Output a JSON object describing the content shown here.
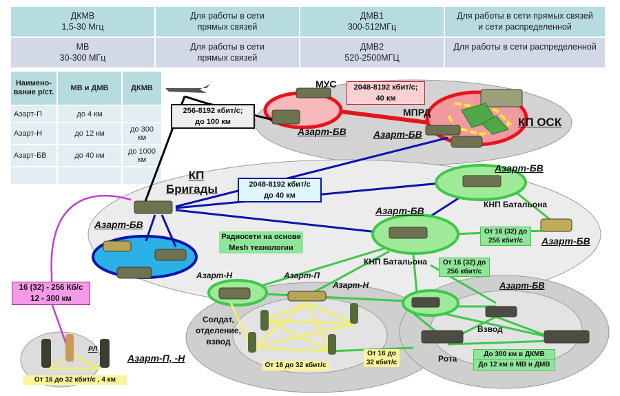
{
  "freq_table": {
    "rows": [
      [
        {
          "band": "ДКМВ",
          "range": "1,5-30 Мгц"
        },
        {
          "purpose": "Для работы в сети прямых связей"
        },
        {
          "band": "ДМВ1",
          "range": "300-512МГц"
        },
        {
          "purpose": "Для работы  в сети прямых связей и сети распределенной"
        }
      ],
      [
        {
          "band": "МВ",
          "range": "30-300 МГц"
        },
        {
          "purpose": "Для работы в сети прямых связей"
        },
        {
          "band": "ДМВ2",
          "range": "520-2500МГЦ"
        },
        {
          "purpose": "Для работы в сети распределенной"
        }
      ]
    ]
  },
  "range_table": {
    "headers": [
      "Наимено-вание р/ст.",
      "МВ и ДМВ",
      "ДКМВ"
    ],
    "rows": [
      [
        "Азарт-П",
        "до 4 км",
        ""
      ],
      [
        "Азарт-Н",
        "до 12 км",
        "до 300 км"
      ],
      [
        "Азарт-БВ",
        "до 40 км",
        "до 1000 км"
      ]
    ]
  },
  "labels": {
    "mus": "МУС",
    "mprd": "МПРД",
    "kp_osk": "КП ОСК",
    "kp_brigady_1": "КП",
    "kp_brigady_2": "Бригады",
    "azart_bv": "Азарт-БВ",
    "azart_n": "Азарт-Н",
    "azart_p": "Азарт-П",
    "azart_pn": "Азарт-П, -Н",
    "knp_batalona": "КНП Батальона",
    "soldier_1": "Солдат,",
    "soldier_2": "отделение,",
    "soldier_3": "взвод",
    "vzvod": "Взвод",
    "rota": "Рота",
    "rl": "РЛ"
  },
  "boxes": {
    "uav_link": [
      "256-8192 кбит/с;",
      "до 100 км"
    ],
    "osk_link": [
      "2048-8192 кбит/с;",
      "40 км"
    ],
    "brig_link": [
      "2048-8192 кбит/с",
      "до 40 км"
    ],
    "mesh": [
      "Радиосети на основе",
      "Mesh технологии"
    ],
    "knp_link_1": [
      "От 16 (32) до",
      "256 кбит/с"
    ],
    "knp_link_2": [
      "От 16 (32) до",
      "256 кбит/с"
    ],
    "hf_link": [
      "16 (32) - 256 Кб/с",
      "12 - 300 км"
    ],
    "squad_small": "От 16 до 32 кбит/с , 4 км",
    "squad_mesh": "От 16 до 32 кбит/с",
    "squad_link": [
      "От 16 до",
      "32 кбит/с"
    ],
    "tank_range_1": "До 300 км в ДКМВ",
    "tank_range_2": "До 12 км в МВ и ДМВ"
  },
  "colors": {
    "red_link": "#e8141c",
    "blue_link": "#0a14a8",
    "green_link": "#3ec74a",
    "magenta_link": "#c33cd6",
    "yellow_link": "#f2ee6a",
    "zone_gray": "#d9d9d9",
    "zone_light": "#ececec",
    "box_pink": "#fbd0d4",
    "box_magenta": "#f59ae8",
    "box_green": "#7fe08a",
    "box_yellow": "#fbf59a",
    "box_blue": "#dff4fb"
  }
}
